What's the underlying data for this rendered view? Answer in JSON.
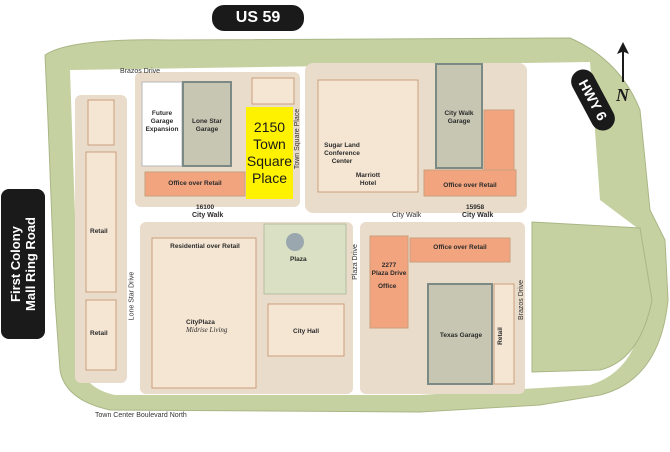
{
  "map": {
    "highways": {
      "us59": "US 59",
      "hwy6": "HWY 6",
      "ring_road": "First Colony\nMall Ring Road"
    },
    "highlight": {
      "label": "2150\nTown\nSquare\nPlace",
      "color": "#fff200"
    },
    "compass": {
      "letter": "N"
    },
    "streets": {
      "brazos_top": "Brazos Drive",
      "brazos_right": "Brazos Drive",
      "town_square_place": "Town Square Place",
      "plaza_drive": "Plaza Drive",
      "lone_star_drive": "Lone Star Drive",
      "town_center_blvd": "Town Center Boulevard North",
      "city_walk_left": "City Walk",
      "city_walk_center": "City Walk",
      "city_walk_right": "City Walk"
    },
    "buildings": {
      "future_garage": "Future\nGarage\nExpansion",
      "lone_star_garage": "Lone Star\nGarage",
      "office_over_retail_1": "Office over Retail",
      "office_over_retail_2": "Office over Retail",
      "office_over_retail_3": "Office over Retail",
      "address_16100": "16100",
      "address_15958": "15958",
      "city_walk_garage": "City Walk\nGarage",
      "conference_center": "Sugar Land\nConference\nCenter",
      "marriott": "Marriott\nHotel",
      "residential_over_retail": "Residential over Retail",
      "plaza": "Plaza",
      "cityplaza": "CityPlaza",
      "midrise": "Midrise Living",
      "city_hall": "City Hall",
      "plaza_2277": "2277\nPlaza Drive",
      "office": "Office",
      "texas_garage": "Texas Garage",
      "retail_left_top": "Retail",
      "retail_left_bottom": "Retail",
      "retail_right": "Retail"
    },
    "colors": {
      "green_space": "#c5d1a1",
      "road": "#ffffff",
      "building_tan": "#f5e6d3",
      "building_border": "#c99f7e",
      "salmon": "#f2a47e",
      "garage": "#c6c6b3",
      "garage_border": "#7c8a86",
      "highway": "#1a1a1a",
      "highlight": "#fff200"
    }
  }
}
